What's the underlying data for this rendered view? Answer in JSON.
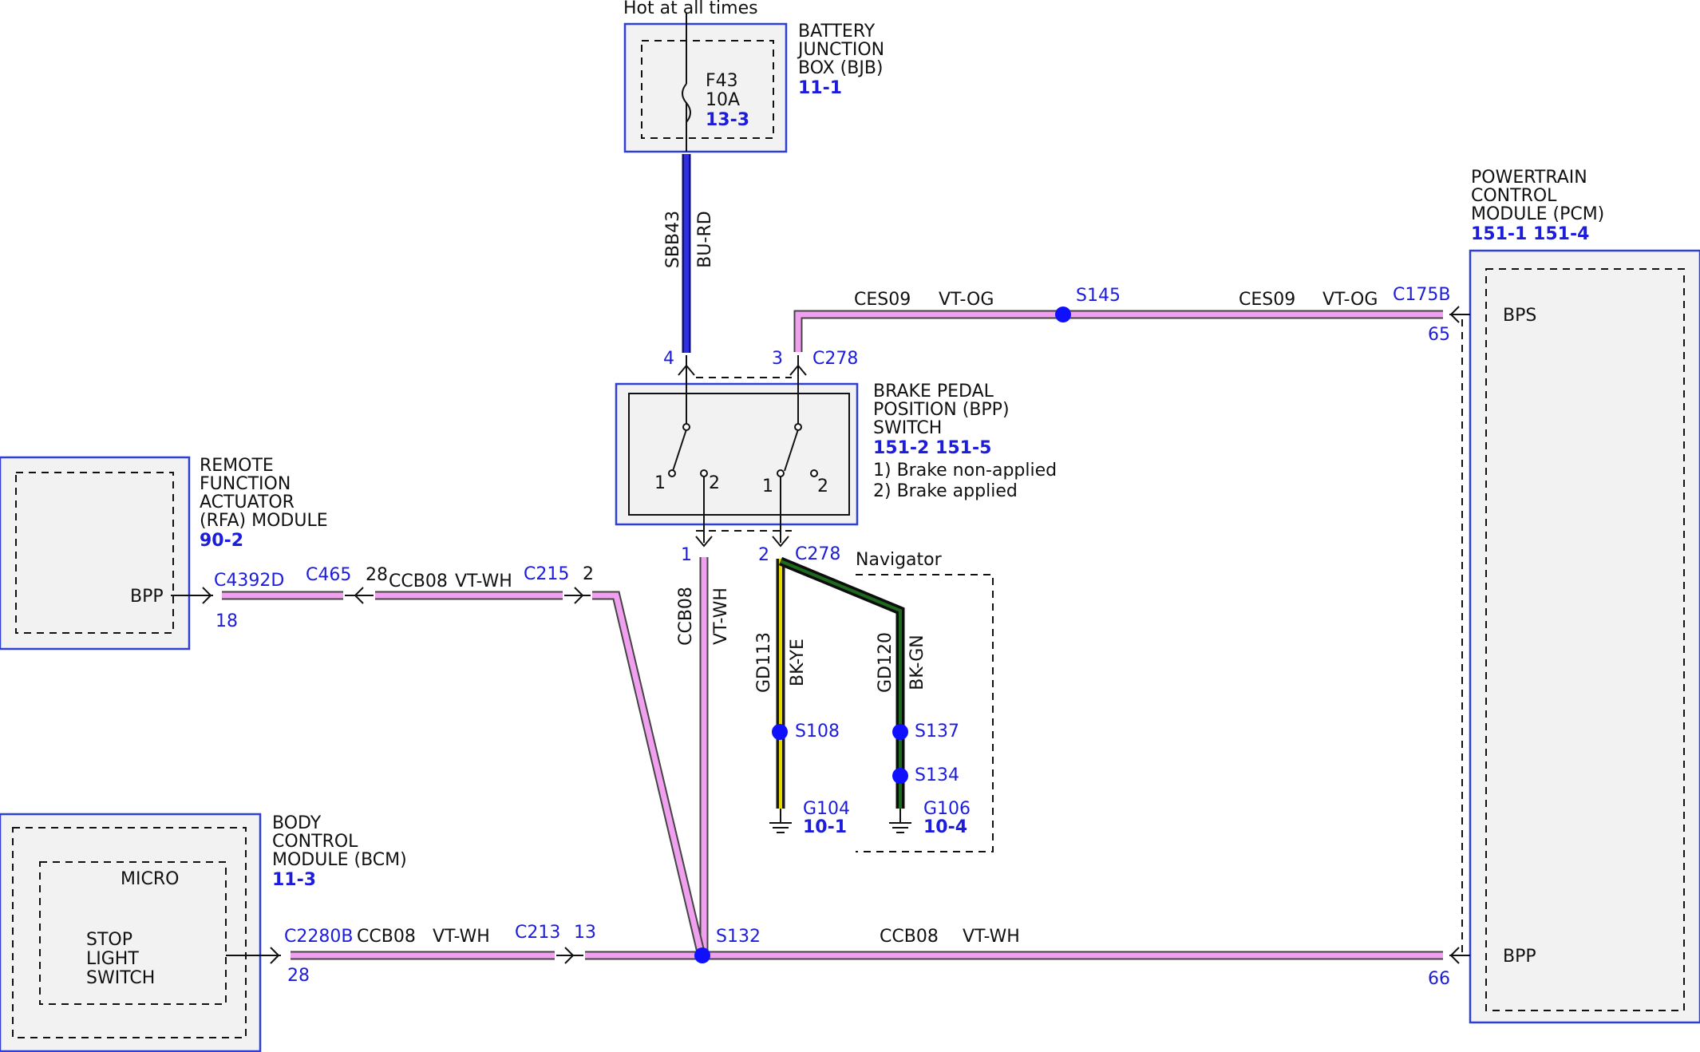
{
  "header": {
    "hot_label": "Hot at all times"
  },
  "bjb": {
    "title_lines": [
      "BATTERY",
      "JUNCTION",
      "BOX (BJB)"
    ],
    "page_ref": "11-1",
    "fuse": {
      "name": "F43",
      "rating": "10A",
      "ref": "13-3"
    }
  },
  "pcm": {
    "title_lines": [
      "POWERTRAIN",
      "CONTROL",
      "MODULE (PCM)"
    ],
    "page_ref": "151-1 151-4",
    "pins": {
      "bps": "BPS",
      "bpp": "BPP"
    }
  },
  "bpp_switch": {
    "title_lines": [
      "BRAKE PEDAL",
      "POSITION (BPP)",
      "SWITCH"
    ],
    "page_ref": "151-2 151-5",
    "notes": [
      "1) Brake non-applied",
      "2) Brake applied"
    ],
    "contact_labels": {
      "one": "1",
      "two": "2"
    }
  },
  "rfa": {
    "title_lines": [
      "REMOTE",
      "FUNCTION",
      "ACTUATOR",
      "(RFA) MODULE"
    ],
    "page_ref": "90-2",
    "pin": "BPP"
  },
  "bcm": {
    "title_lines": [
      "BODY",
      "CONTROL",
      "MODULE (BCM)"
    ],
    "page_ref": "11-3",
    "micro": "MICRO",
    "stop_lines": [
      "STOP",
      "LIGHT",
      "SWITCH"
    ]
  },
  "wires": {
    "sbb43": {
      "circuit": "SBB43",
      "color": "BU-RD"
    },
    "ces09_left": {
      "circuit": "CES09",
      "color": "VT-OG"
    },
    "ces09_right": {
      "circuit": "CES09",
      "color": "VT-OG"
    },
    "ccb08_rfa": {
      "circuit": "CCB08",
      "color": "VT-WH"
    },
    "ccb08_vert": {
      "circuit": "CCB08",
      "color": "VT-WH"
    },
    "gd113": {
      "circuit": "GD113",
      "color": "BK-YE"
    },
    "gd120": {
      "circuit": "GD120",
      "color": "BK-GN"
    },
    "ccb08_bcm": {
      "circuit": "CCB08",
      "color": "VT-WH"
    },
    "ccb08_pcm": {
      "circuit": "CCB08",
      "color": "VT-WH"
    }
  },
  "connectors": {
    "c278_top": "C278",
    "c278_top_pin4": "4",
    "c278_top_pin3": "3",
    "c278_bot": "C278",
    "c278_bot_pin1": "1",
    "c278_bot_pin2": "2",
    "c175b": "C175B",
    "c175b_pin65": "65",
    "c175b_pin66": "66",
    "c4392d": "C4392D",
    "c4392d_pin": "18",
    "c465": "C465",
    "c465_pin": "28",
    "c215": "C215",
    "c215_pin": "2",
    "c2280b": "C2280B",
    "c2280b_pin": "28",
    "c213": "C213",
    "c213_pin": "13"
  },
  "splices": {
    "s145": "S145",
    "s108": "S108",
    "s137": "S137",
    "s134": "S134",
    "s132": "S132"
  },
  "grounds": {
    "g104": {
      "name": "G104",
      "ref": "10-1"
    },
    "g106": {
      "name": "G106",
      "ref": "10-4"
    }
  },
  "navigator": {
    "label": "Navigator"
  },
  "colors": {
    "ref_blue": "#1c1cdc",
    "box_border": "#2f3fd6",
    "box_fill": "#f2f2f2",
    "violet": "#f0a0ee",
    "blue_wire": "#3030e0",
    "yellow_stripe": "#e8d800",
    "green_stripe": "#1d6a1d"
  }
}
